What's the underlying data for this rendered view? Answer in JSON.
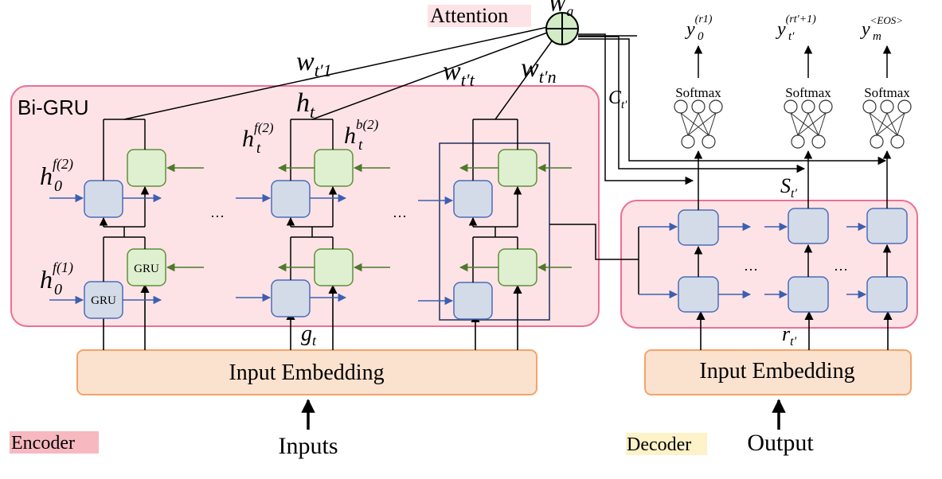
{
  "labels": {
    "attention": "Attention",
    "wa_main": "W",
    "wa_sub": "a",
    "bi_gru": "Bi-GRU",
    "h_t": "h",
    "h_t_sub": "t",
    "w1_main": "w",
    "w1_sub": "t′1",
    "wt_main": "w",
    "wt_sub": "t′t",
    "wn_main": "w",
    "wn_sub": "t′n",
    "hf2_t_main": "h",
    "hf2_t_sup": "f(2)",
    "hf2_t_sub": "t",
    "hb2_t_main": "h",
    "hb2_t_sup": "b(2)",
    "hb2_t_sub": "t",
    "h0f2_main": "h",
    "h0f2_sup": "f(2)",
    "h0f2_sub": "0",
    "h0f1_main": "h",
    "h0f1_sup": "f(1)",
    "h0f1_sub": "0",
    "gru": "GRU",
    "ellipsis": "…",
    "g_t_main": "g",
    "g_t_sub": "t",
    "c_t_main": "C",
    "c_t_sub": "t′",
    "s_t_main": "S",
    "s_t_sub": "t′",
    "r_t_main": "r",
    "r_t_sub": "t′",
    "softmax": "Softmax",
    "y0_main": "y",
    "y0_sup": "(r1)",
    "y0_sub": "0",
    "yt_main": "y",
    "yt_sup": "(rt′+1)",
    "yt_sub": "t′",
    "ym_main": "y",
    "ym_sup": "<EOS>",
    "ym_sub": "m",
    "input_embedding_enc": "Input Embedding",
    "input_embedding_dec": "Input Embedding",
    "inputs": "Inputs",
    "output": "Output",
    "encoder": "Encoder",
    "decoder": "Decoder"
  },
  "colors": {
    "panel_fill": "#fde3e6",
    "panel_stroke": "#ee6f93",
    "blue_cell_fill": "#d4dbe8",
    "blue_cell_stroke": "#4b6cb8",
    "green_cell_fill": "#dff0d0",
    "green_cell_stroke": "#5f8f3a",
    "embedding_fill": "#fbe2cf",
    "embedding_stroke": "#f3a46b",
    "blue_arrow": "#3d5fb0",
    "green_arrow": "#4d7a2a",
    "encoder_tag": "#f7b8c0",
    "decoder_tag": "#fdf2c8",
    "attention_tag": "#fde3e6",
    "wa_fill": "#d2ecc6"
  }
}
